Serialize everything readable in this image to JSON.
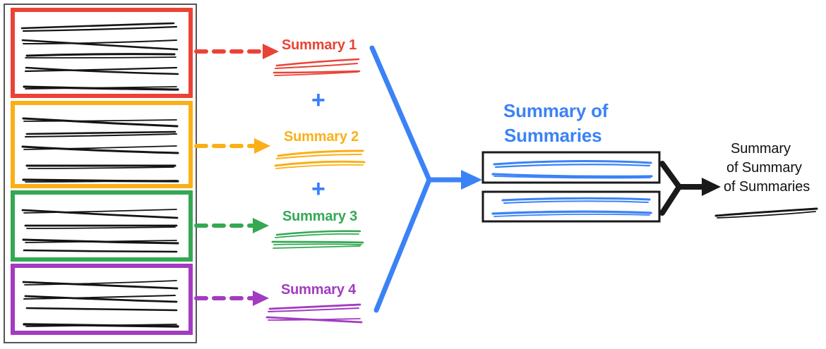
{
  "diagram": {
    "title_hidden": "",
    "colors": {
      "red": "#EA4335",
      "orange": "#FBAF17",
      "green": "#34A853",
      "purple": "#A23BC1",
      "blue": "#3B82F6",
      "black": "#1A1A1A",
      "outer_border": "#555555",
      "background": "#FFFFFF"
    },
    "source_group": {
      "name": "source-documents",
      "chunks": [
        {
          "id": "chunk-1",
          "color": "#EA4335",
          "line_count": 5
        },
        {
          "id": "chunk-2",
          "color": "#FBAF17",
          "line_count": 5
        },
        {
          "id": "chunk-3",
          "color": "#34A853",
          "line_count": 4
        },
        {
          "id": "chunk-4",
          "color": "#A23BC1",
          "line_count": 5
        }
      ]
    },
    "summaries": [
      {
        "label": "Summary 1",
        "color": "#EA4335",
        "line_count": 3
      },
      {
        "label": "Summary 2",
        "color": "#FBAF17",
        "line_count": 2
      },
      {
        "label": "Summary 3",
        "color": "#34A853",
        "line_count": 3
      },
      {
        "label": "Summary 4",
        "color": "#A23BC1",
        "line_count": 3
      }
    ],
    "operators": [
      {
        "symbol": "+",
        "color": "#3B82F6"
      },
      {
        "symbol": "+",
        "color": "#3B82F6"
      }
    ],
    "summary_of_summaries": {
      "label_line_1": "Summary of",
      "label_line_2": "Summaries",
      "color": "#3B82F6",
      "boxes": [
        {
          "id": "sos-box-1",
          "line_count": 2
        },
        {
          "id": "sos-box-2",
          "line_count": 2
        }
      ]
    },
    "final_output": {
      "label_line_1": "Summary",
      "label_line_2": "of Summary",
      "label_line_3": "of Summaries",
      "color": "#111111",
      "line_count": 1
    },
    "connectors": {
      "dashed_arrows": 4,
      "funnel_arrow_color": "#3B82F6",
      "merge_arrow_color": "#1A1A1A"
    }
  }
}
